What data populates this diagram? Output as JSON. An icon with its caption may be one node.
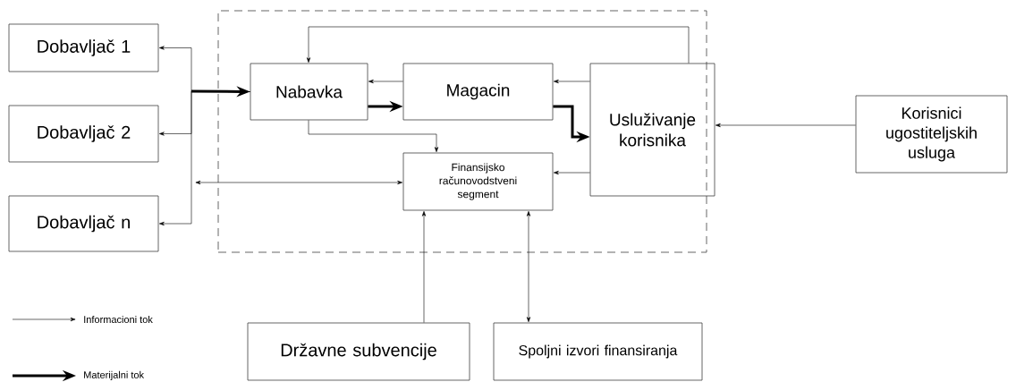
{
  "diagram": {
    "nodes": [
      {
        "text": [
          "Dobavljač 1"
        ]
      },
      {
        "text": [
          "Dobavljač 2"
        ]
      },
      {
        "text": [
          "Dobavljač n"
        ]
      },
      {
        "text": [],
        "shape": "box"
      },
      {
        "text": [
          "Nabavka"
        ],
        "in": 3
      },
      {
        "text": [
          "Magacin"
        ],
        "in": 3
      },
      {
        "text": [
          "Usluživanje korisnika"
        ]
      },
      {
        "text": [
          "Finansijsko računovodstveni segment"
        ],
        "in": 3
      },
      {
        "text": [
          "Korisnici ugostiteljskih usluga"
        ]
      },
      {
        "text": [
          "Državne subvencije"
        ]
      },
      {
        "text": [
          "Spoljni izvori finansiranja"
        ]
      }
    ],
    "edges": [
      {
        "from": 4,
        "to": 0,
        "arrow": "to"
      },
      {
        "from": 4,
        "to": 1,
        "arrow": "to"
      },
      {
        "from": 4,
        "to": 2,
        "arrow": "to"
      },
      {
        "from": null,
        "to": 4,
        "arrow": "to",
        "style": "thick"
      },
      {
        "from": 5,
        "to": 4,
        "arrow": "to"
      },
      {
        "from": 4,
        "to": 5,
        "arrow": "to",
        "style": "thick"
      },
      {
        "from": 6,
        "to": 5,
        "arrow": "to"
      },
      {
        "from": 5,
        "to": 6,
        "arrow": "to",
        "style": "thick"
      },
      {
        "from": 6,
        "to": 4,
        "arrow": "to"
      },
      {
        "from": 4,
        "to": 7,
        "arrow": "to"
      },
      {
        "from": 6,
        "to": 7,
        "arrow": "to"
      },
      {
        "from": 8,
        "to": 6,
        "arrow": "to"
      },
      {
        "from": 9,
        "to": 7,
        "arrow": "to"
      },
      {
        "from": 7,
        "to": 10,
        "arrow": "both"
      },
      {
        "from": 7,
        "to": null,
        "arrow": "both"
      }
    ],
    "legend": [
      {
        "text": "Informacioni tok"
      },
      {
        "text": "Materijalni tok"
      }
    ]
  }
}
